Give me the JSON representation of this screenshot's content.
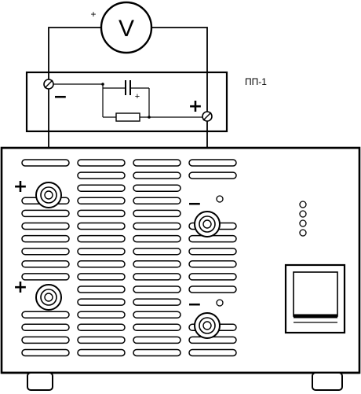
{
  "voltmeter": {
    "symbol": "V",
    "plus_sign": "+"
  },
  "module": {
    "name": "ПП-1",
    "minus_sign": "−",
    "plus_sign": "+",
    "capacitor_plus": "+"
  },
  "power_supply": {
    "terminals": [
      {
        "id": "out1-plus",
        "sign": "+"
      },
      {
        "id": "out1-minus",
        "sign": "−"
      },
      {
        "id": "out2-plus",
        "sign": "+"
      },
      {
        "id": "out2-minus",
        "sign": "−"
      }
    ],
    "indicator_count": 4
  }
}
